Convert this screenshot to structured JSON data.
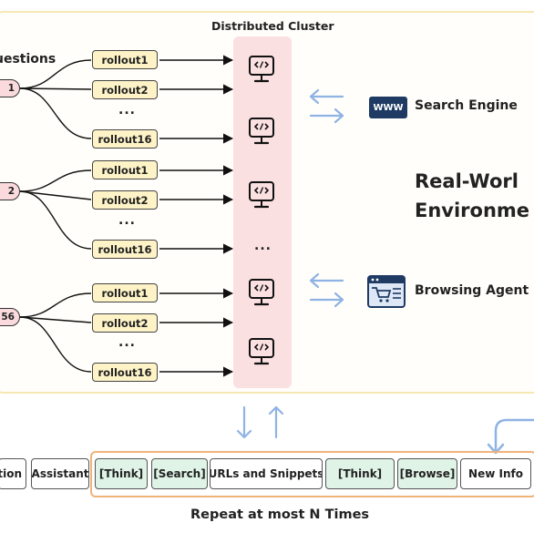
{
  "cluster": {
    "title": "Distributed Cluster",
    "more_dots": "..."
  },
  "questions": {
    "title": "uestions",
    "groups": [
      {
        "label": "1",
        "rollouts": [
          "rollout1",
          "rollout2",
          "rollout16"
        ]
      },
      {
        "label": "2",
        "rollouts": [
          "rollout1",
          "rollout2",
          "rollout16"
        ]
      },
      {
        "label": "56",
        "rollouts": [
          "rollout1",
          "rollout2",
          "rollout16"
        ]
      }
    ],
    "ellipsis": "..."
  },
  "environment": {
    "title_line1": "Real-Worl",
    "title_line2": "Environme",
    "search_engine": {
      "icon_text": "WWW",
      "label": "Search Engine"
    },
    "browsing_agent": {
      "label": "Browsing Agent"
    }
  },
  "sequence": {
    "items": [
      {
        "label": "tion",
        "style": "plain"
      },
      {
        "label": "Assistant",
        "style": "plain"
      },
      {
        "label": "[Think]",
        "style": "green"
      },
      {
        "label": "[Search]",
        "style": "green"
      },
      {
        "label": "URLs and Snippets",
        "style": "plain"
      },
      {
        "label": "[Think]",
        "style": "green"
      },
      {
        "label": "[Browse]",
        "style": "green"
      },
      {
        "label": "New Info",
        "style": "plain"
      }
    ],
    "repeat_label": "Repeat at most N Times"
  },
  "colors": {
    "panel_border": "#f6e7b3",
    "cluster_bg": "#fbe0e2",
    "rollout_bg": "#fdf3c7",
    "question_bg": "#fadadd",
    "green_box": "#dff3e6",
    "repeat_border": "#f0b37a",
    "arrow_blue": "#8fb3e4"
  }
}
